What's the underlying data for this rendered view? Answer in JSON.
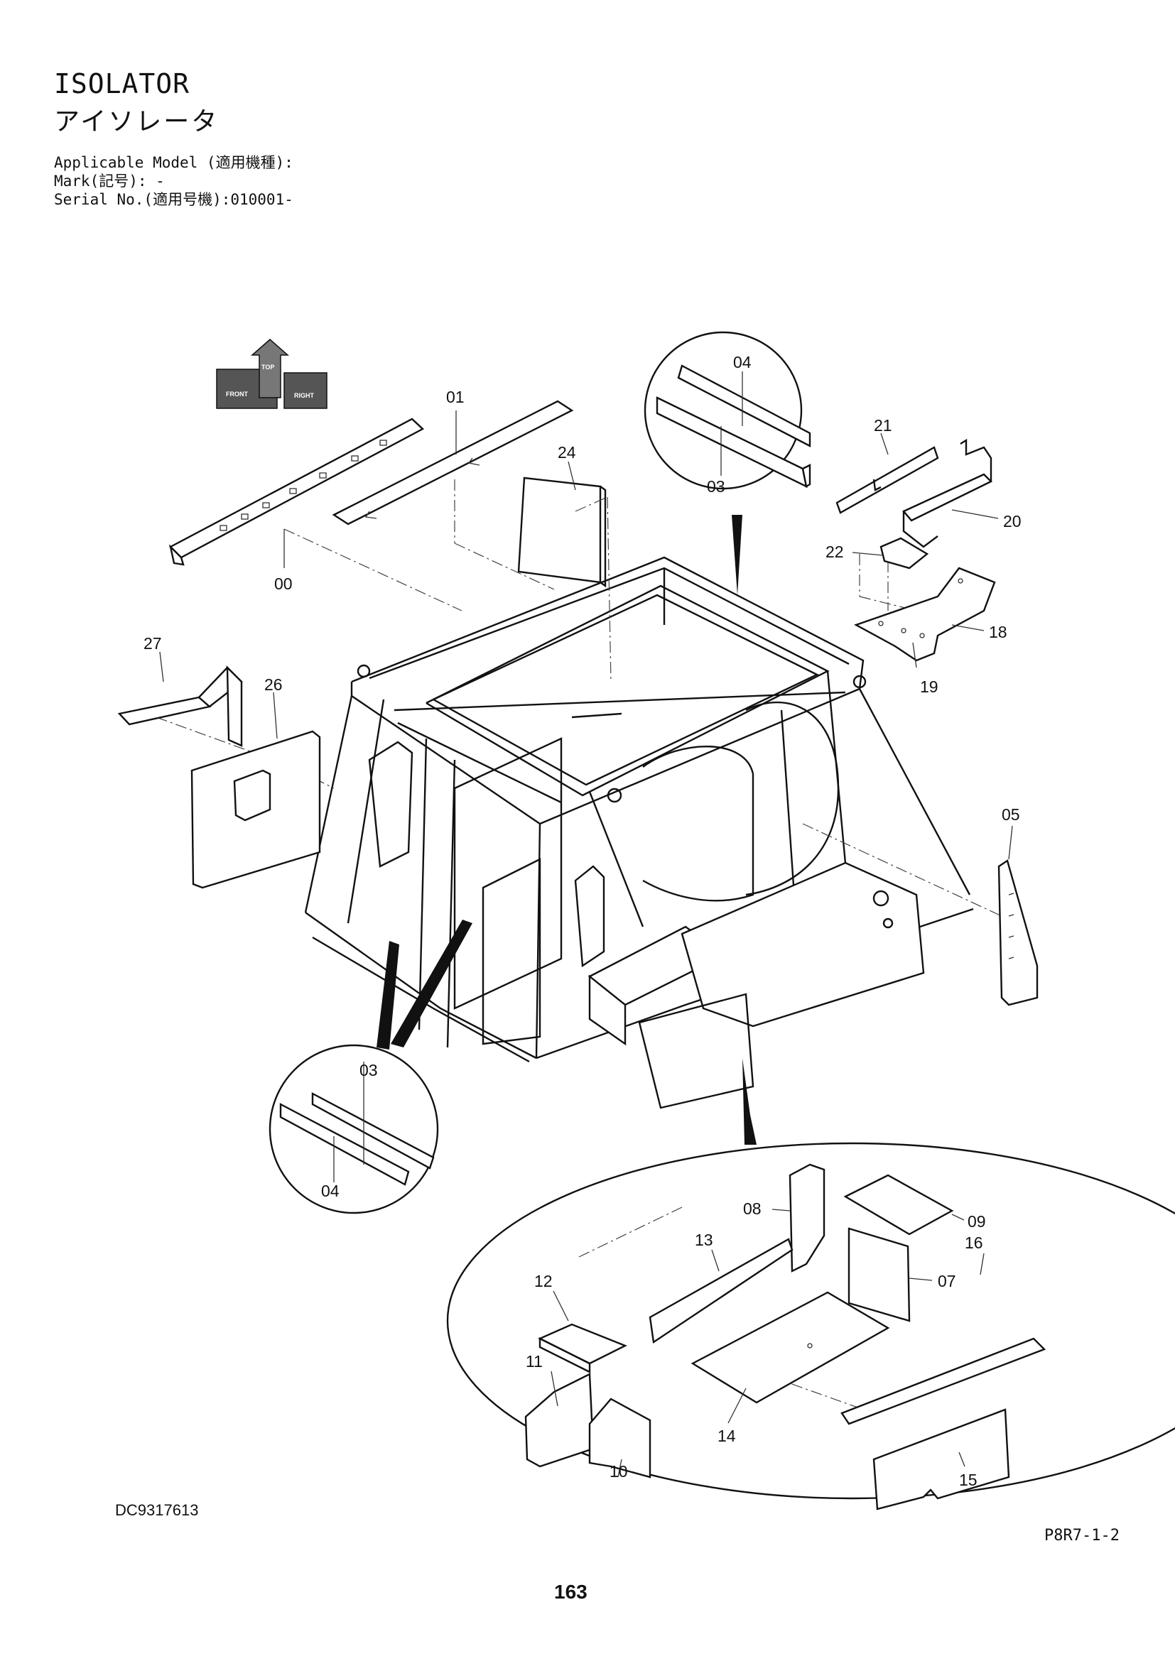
{
  "header": {
    "title_en": "ISOLATOR",
    "title_jp": "アイソレータ",
    "applicable_model": "Applicable Model (適用機種):",
    "mark": "Mark(記号): -",
    "serial_no": "Serial No.(適用号機):010001-"
  },
  "orientation_icon": {
    "front": "FRONT",
    "top": "TOP",
    "right": "RIGHT"
  },
  "callouts": {
    "p00": "00",
    "p01": "01",
    "p03_top": "03",
    "p04_top": "04",
    "p03_left": "03",
    "p04_left": "04",
    "p05": "05",
    "p07": "07",
    "p08": "08",
    "p09": "09",
    "p10": "10",
    "p11": "11",
    "p12": "12",
    "p13": "13",
    "p14": "14",
    "p15": "15",
    "p16": "16",
    "p18": "18",
    "p19": "19",
    "p20": "20",
    "p21": "21",
    "p22": "22",
    "p24": "24",
    "p26": "26",
    "p27": "27"
  },
  "footer": {
    "document_id": "DC9317613",
    "page_ref": "P8R7-1-2",
    "page_number": "163"
  }
}
